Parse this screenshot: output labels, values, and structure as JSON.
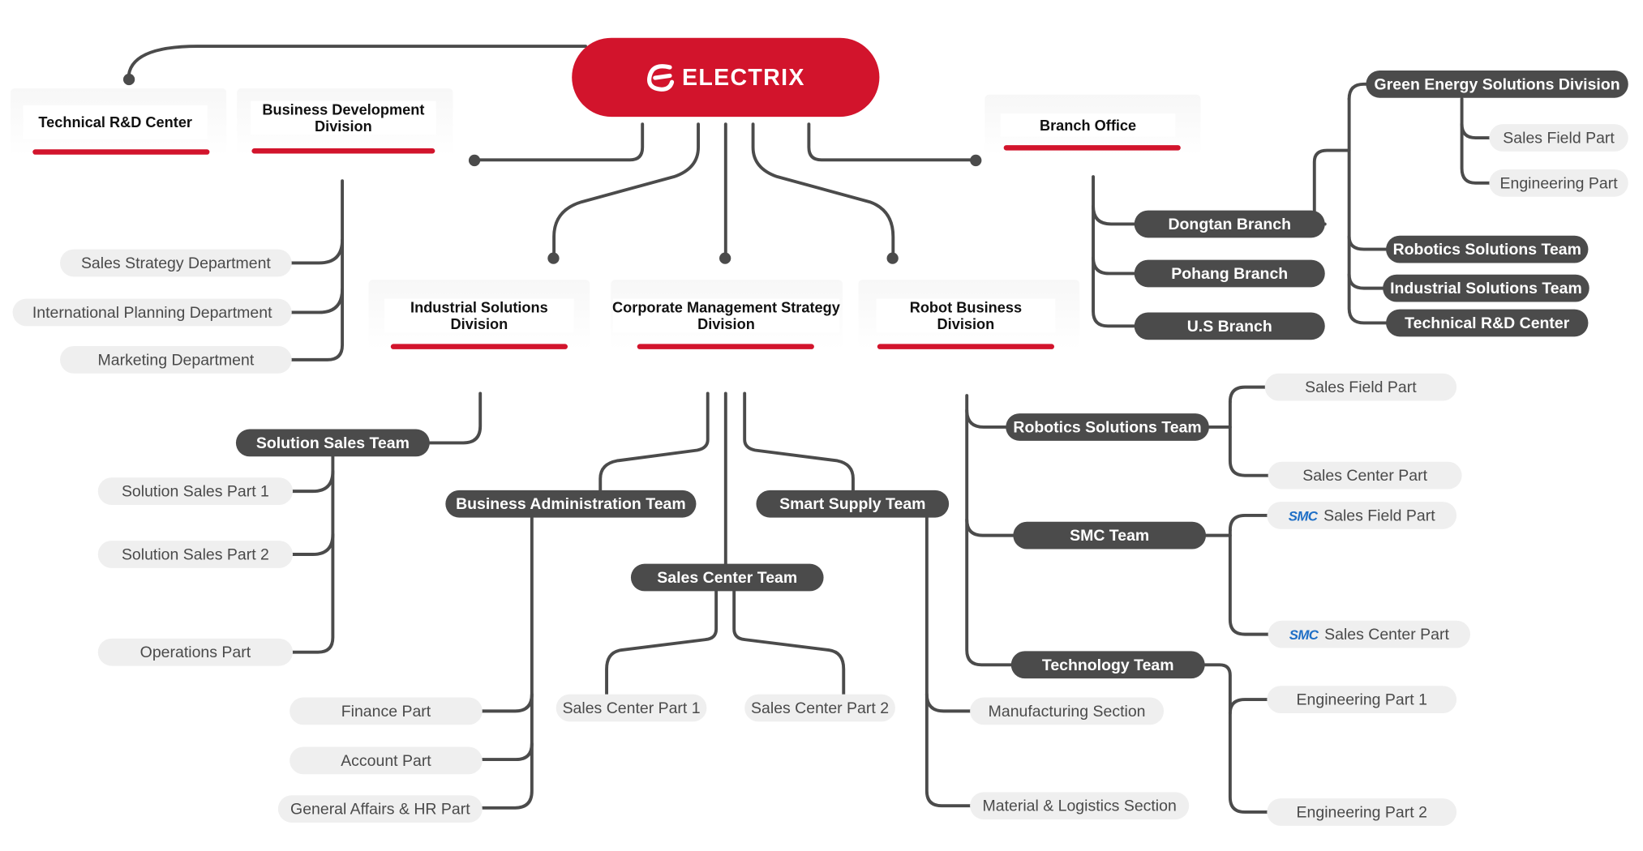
{
  "brand": {
    "name": "ELECTRIX",
    "icon": "electrix-logo-icon",
    "color": "#d2142c"
  },
  "divisions": {
    "technical_rd_center": "Technical R&D Center",
    "business_development": [
      "Business Development",
      "Division"
    ],
    "branch_office": "Branch Office",
    "industrial_solutions": [
      "Industrial Solutions",
      "Division"
    ],
    "corporate_management": [
      "Corporate Management Strategy",
      "Division"
    ],
    "robot_business": [
      "Robot Business",
      "Division"
    ]
  },
  "business_development_departments": [
    "Sales Strategy Department",
    "International Planning Department",
    "Marketing Department"
  ],
  "industrial_solutions": {
    "team": "Solution Sales Team",
    "parts": [
      "Solution Sales Part 1",
      "Solution Sales Part 2",
      "Operations Part"
    ]
  },
  "corporate_management": {
    "business_admin_team": "Business Administration Team",
    "business_admin_parts": [
      "Finance Part",
      "Account Part",
      "General Affairs & HR Part"
    ],
    "sales_center_team": "Sales Center Team",
    "sales_center_parts": [
      "Sales Center Part 1",
      "Sales Center Part 2"
    ],
    "smart_supply_team": "Smart Supply Team",
    "smart_supply_sections": [
      "Manufacturing Section",
      "Material & Logistics Section"
    ]
  },
  "robot_business": {
    "robotics_team": "Robotics Solutions Team",
    "robotics_parts": [
      "Sales Field Part",
      "Sales Center Part"
    ],
    "smc_team": "SMC Team",
    "smc_logo": "SMC",
    "smc_parts": [
      "Sales Field Part",
      "Sales Center Part"
    ],
    "technology_team": "Technology Team",
    "technology_parts": [
      "Engineering Part 1",
      "Engineering Part 2"
    ]
  },
  "branch_office": {
    "branches": [
      "Dongtan Branch",
      "Pohang Branch",
      "U.S Branch"
    ],
    "green_energy_division": "Green Energy Solutions Division",
    "green_energy_parts": [
      "Sales Field Part",
      "Engineering Part"
    ],
    "dongtan_teams": [
      "Robotics Solutions Team",
      "Industrial Solutions Team",
      "Technical R&D Center"
    ]
  },
  "colors": {
    "accent": "#d2142c",
    "dark_node": "#4b4b4b",
    "light_node": "#efefef",
    "line": "#4b4b4b"
  }
}
